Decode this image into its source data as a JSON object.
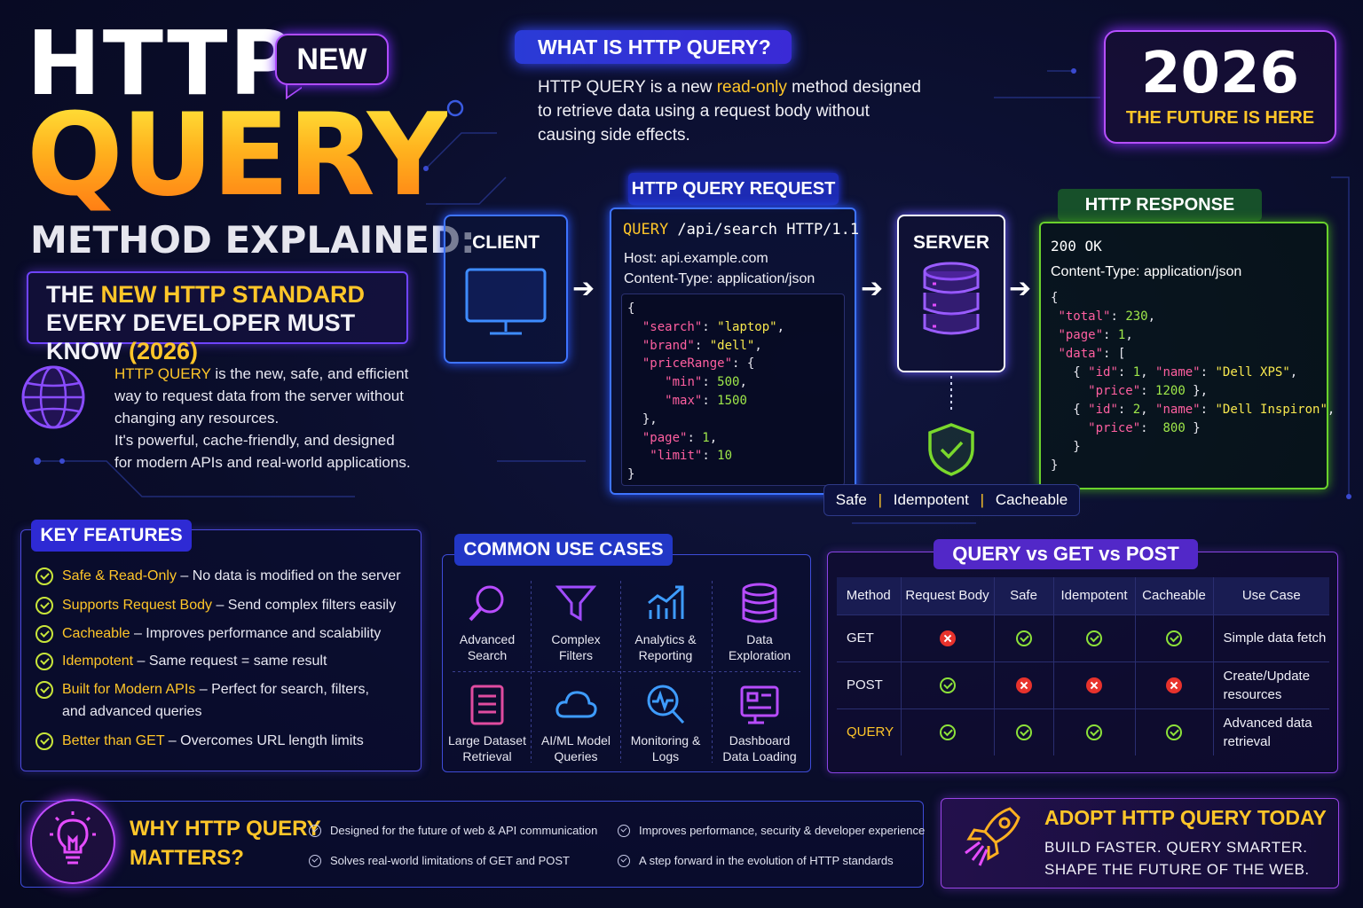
{
  "title": {
    "line1": "HTTP",
    "line2": "QUERY",
    "line3": "METHOD EXPLAINED:",
    "new_badge": "NEW",
    "standard_part1": "THE ",
    "standard_highlight": "NEW HTTP STANDARD",
    "standard_part2": " EVERY DEVELOPER MUST KNOW ",
    "standard_year": "(2026)"
  },
  "intro": {
    "highlight": "HTTP QUERY",
    "text1": " is the new, safe, and efficient way to request data from the server without changing any resources.",
    "text2": "It's powerful, cache-friendly, and designed for modern APIs and real-world applications."
  },
  "what_is": {
    "title": "WHAT IS HTTP QUERY?",
    "text_before": "HTTP QUERY is a new ",
    "text_highlight": "read-only",
    "text_after": " method designed to retrieve data using a request body without causing side effects."
  },
  "year_badge": {
    "year": "2026",
    "tagline": "THE FUTURE IS HERE"
  },
  "flow": {
    "client_label": "CLIENT",
    "server_label": "SERVER",
    "request": {
      "title": "HTTP QUERY REQUEST",
      "method": "QUERY",
      "path": " /api/search HTTP/1.1",
      "host": "Host: api.example.com",
      "content_type": "Content-Type: application/json"
    },
    "response": {
      "title": "HTTP RESPONSE",
      "status": "200 OK",
      "content_type": "Content-Type: application/json"
    },
    "properties": [
      "Safe",
      "Idempotent",
      "Cacheable"
    ]
  },
  "key_features": {
    "title": "KEY FEATURES",
    "items": [
      {
        "name": "Safe & Read-Only",
        "desc": " – No data is modified on the server"
      },
      {
        "name": "Supports Request Body",
        "desc": " – Send complex filters easily"
      },
      {
        "name": "Cacheable",
        "desc": " – Improves performance and scalability"
      },
      {
        "name": "Idempotent",
        "desc": " – Same request = same result"
      },
      {
        "name": "Built for Modern APIs",
        "desc": " – Perfect for search, filters, and advanced queries"
      },
      {
        "name": "Better than GET",
        "desc": " – Overcomes URL length limits"
      }
    ]
  },
  "use_cases": {
    "title": "COMMON USE CASES",
    "items": [
      {
        "label1": "Advanced",
        "label2": "Search",
        "icon": "magnifier-icon"
      },
      {
        "label1": "Complex",
        "label2": "Filters",
        "icon": "funnel-icon"
      },
      {
        "label1": "Analytics &",
        "label2": "Reporting",
        "icon": "chart-icon"
      },
      {
        "label1": "Data",
        "label2": "Exploration",
        "icon": "database-icon"
      },
      {
        "label1": "Large Dataset",
        "label2": "Retrieval",
        "icon": "list-document-icon"
      },
      {
        "label1": "AI/ML Model",
        "label2": "Queries",
        "icon": "cloud-icon"
      },
      {
        "label1": "Monitoring &",
        "label2": "Logs",
        "icon": "pulse-search-icon"
      },
      {
        "label1": "Dashboard",
        "label2": "Data Loading",
        "icon": "dashboard-icon"
      }
    ]
  },
  "comparison": {
    "title": "QUERY vs GET vs POST",
    "headers": [
      "Method",
      "Request Body",
      "Safe",
      "Idempotent",
      "Cacheable",
      "Use Case"
    ],
    "rows": [
      {
        "method": "GET",
        "body": false,
        "safe": true,
        "idempotent": true,
        "cacheable": true,
        "use_case_1": "Simple data fetch",
        "use_case_2": ""
      },
      {
        "method": "POST",
        "body": true,
        "safe": false,
        "idempotent": false,
        "cacheable": false,
        "use_case_1": "Create/Update",
        "use_case_2": "resources"
      },
      {
        "method": "QUERY",
        "body": true,
        "safe": true,
        "idempotent": true,
        "cacheable": true,
        "use_case_1": "Advanced data",
        "use_case_2": "retrieval"
      }
    ]
  },
  "why": {
    "title1": "WHY HTTP QUERY",
    "title2": "MATTERS?",
    "items": [
      "Designed for the future of web & API communication",
      "Improves performance, security & developer experience",
      "Solves real-world limitations of GET and POST",
      "A step forward in the evolution of HTTP standards"
    ]
  },
  "adopt": {
    "title": "ADOPT HTTP QUERY TODAY",
    "line1": "BUILD FASTER. QUERY SMARTER.",
    "line2": "SHAPE THE FUTURE OF THE WEB."
  },
  "colors": {
    "accent_yellow": "#ffc629",
    "accent_purple": "#a040ff",
    "accent_blue": "#3e74ff",
    "accent_green": "#6ad22c",
    "danger": "#e8322c"
  }
}
